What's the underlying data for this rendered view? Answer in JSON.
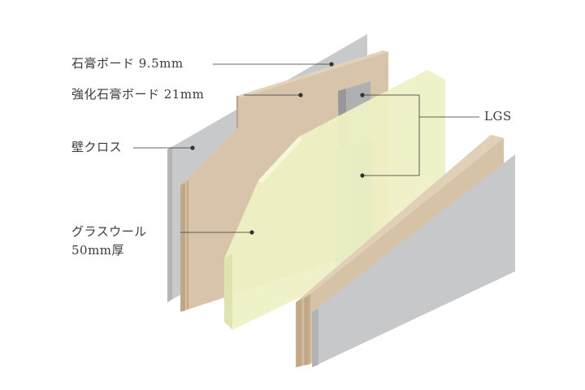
{
  "labels": {
    "gypsum_board": "石膏ボード 9.5mm",
    "reinforced_gypsum_board": "強化石膏ボード 21mm",
    "wall_cloth": "壁クロス",
    "glass_wool_line1": "グラスウール",
    "glass_wool_line2": "50mm厚",
    "lgs": "LGS"
  },
  "colors": {
    "gypsum_grey": "#c9cacc",
    "board_tan": "#d5c2a8",
    "board_edge": "#c2ab8d",
    "glass_wool": "#eef1c6",
    "lgs_steel": "#a9abad",
    "leader_line": "#333333"
  }
}
